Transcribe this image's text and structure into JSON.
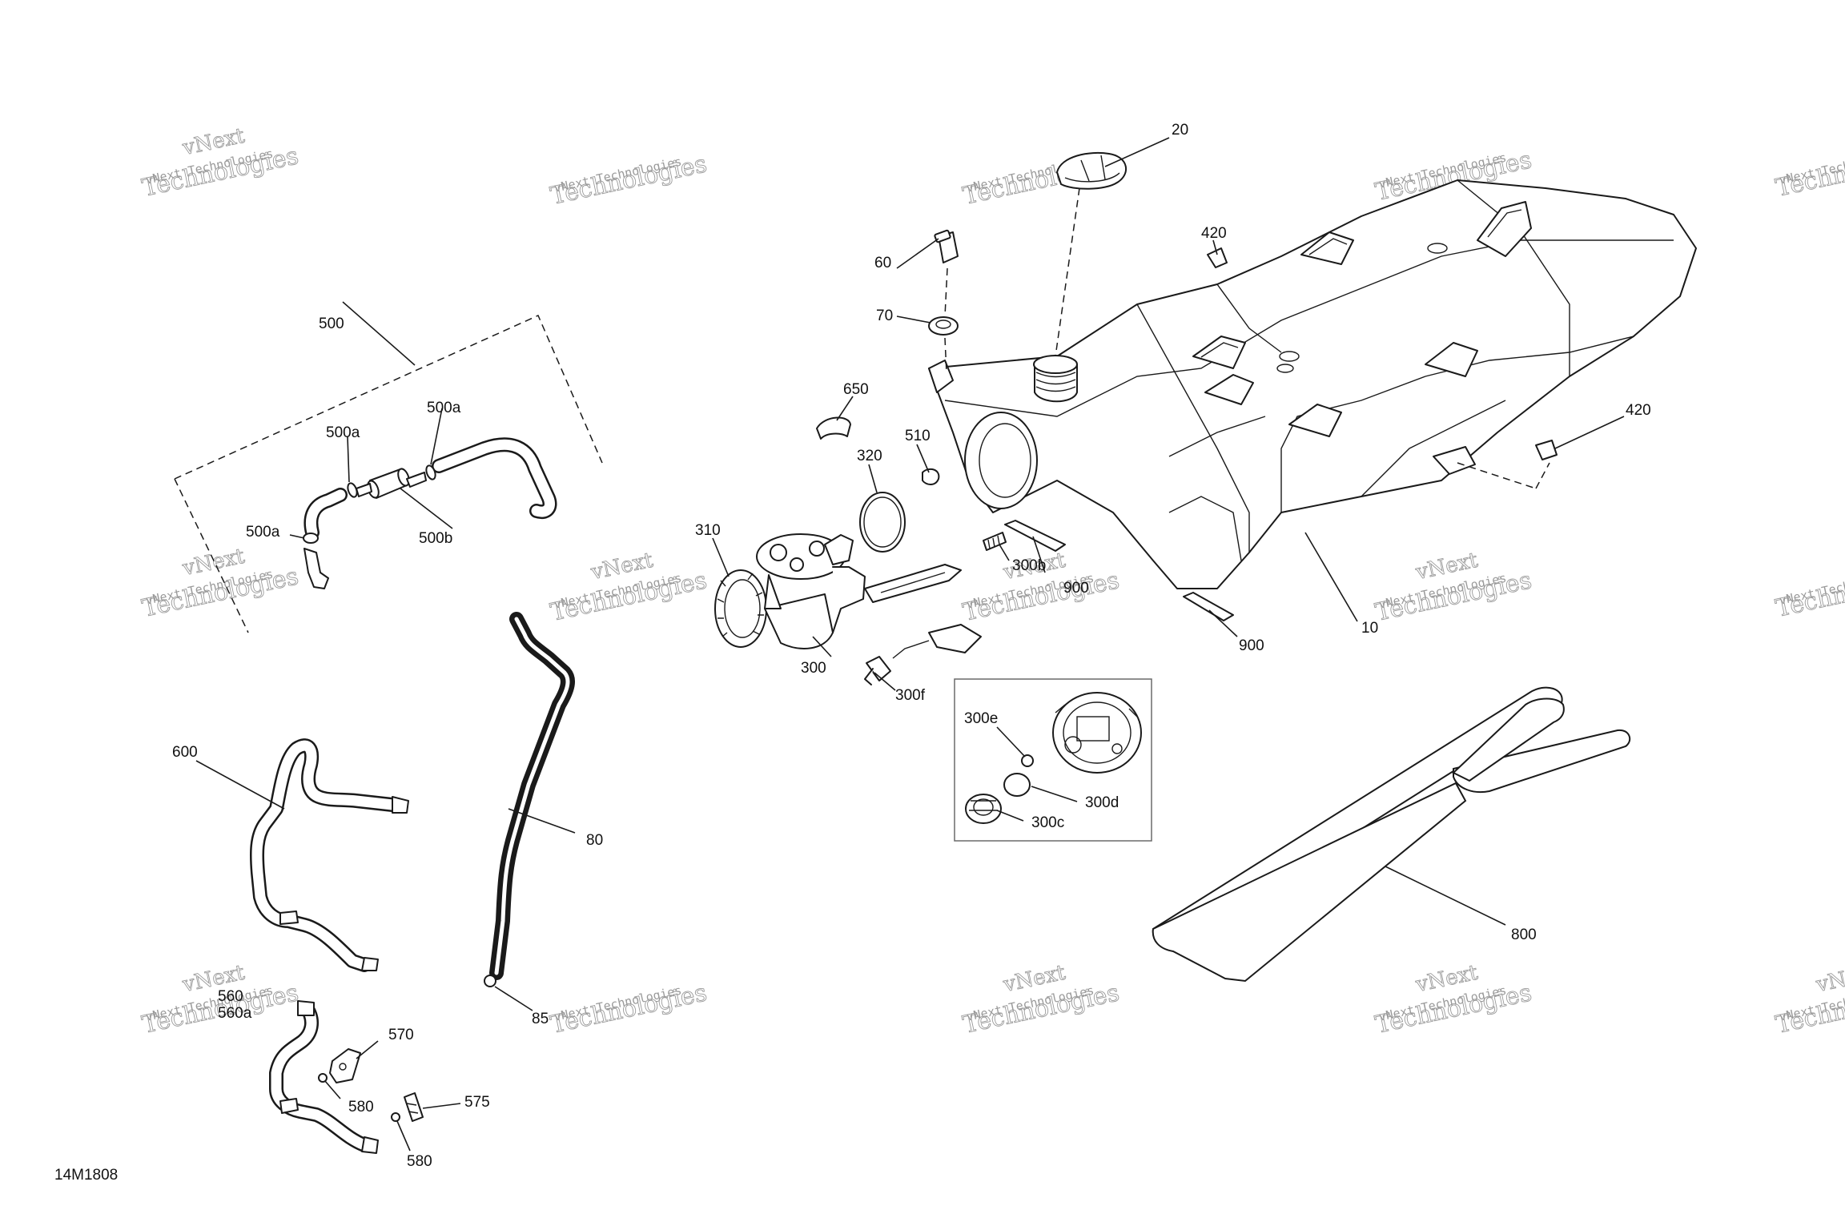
{
  "diagram": {
    "drawing_code": "14M1808",
    "watermark": {
      "line1": "vNext Technologies",
      "line2": "Technologies",
      "corner": "vNext"
    },
    "callouts": [
      {
        "id": "c-20",
        "label": "20"
      },
      {
        "id": "c-420a",
        "label": "420"
      },
      {
        "id": "c-420b",
        "label": "420"
      },
      {
        "id": "c-60",
        "label": "60"
      },
      {
        "id": "c-70",
        "label": "70"
      },
      {
        "id": "c-650",
        "label": "650"
      },
      {
        "id": "c-510",
        "label": "510"
      },
      {
        "id": "c-320",
        "label": "320"
      },
      {
        "id": "c-310",
        "label": "310"
      },
      {
        "id": "c-300",
        "label": "300"
      },
      {
        "id": "c-300b",
        "label": "300b"
      },
      {
        "id": "c-300f",
        "label": "300f"
      },
      {
        "id": "c-900a",
        "label": "900"
      },
      {
        "id": "c-900b",
        "label": "900"
      },
      {
        "id": "c-10",
        "label": "10"
      },
      {
        "id": "c-500",
        "label": "500"
      },
      {
        "id": "c-500a1",
        "label": "500a"
      },
      {
        "id": "c-500a2",
        "label": "500a"
      },
      {
        "id": "c-500a3",
        "label": "500a"
      },
      {
        "id": "c-500b",
        "label": "500b"
      },
      {
        "id": "c-600",
        "label": "600"
      },
      {
        "id": "c-80",
        "label": "80"
      },
      {
        "id": "c-85",
        "label": "85"
      },
      {
        "id": "c-300e",
        "label": "300e"
      },
      {
        "id": "c-300d",
        "label": "300d"
      },
      {
        "id": "c-300c",
        "label": "300c"
      },
      {
        "id": "c-800",
        "label": "800"
      },
      {
        "id": "c-560",
        "label": "560"
      },
      {
        "id": "c-560a",
        "label": "560a"
      },
      {
        "id": "c-570",
        "label": "570"
      },
      {
        "id": "c-575",
        "label": "575"
      },
      {
        "id": "c-580a",
        "label": "580"
      },
      {
        "id": "c-580b",
        "label": "580"
      }
    ]
  }
}
